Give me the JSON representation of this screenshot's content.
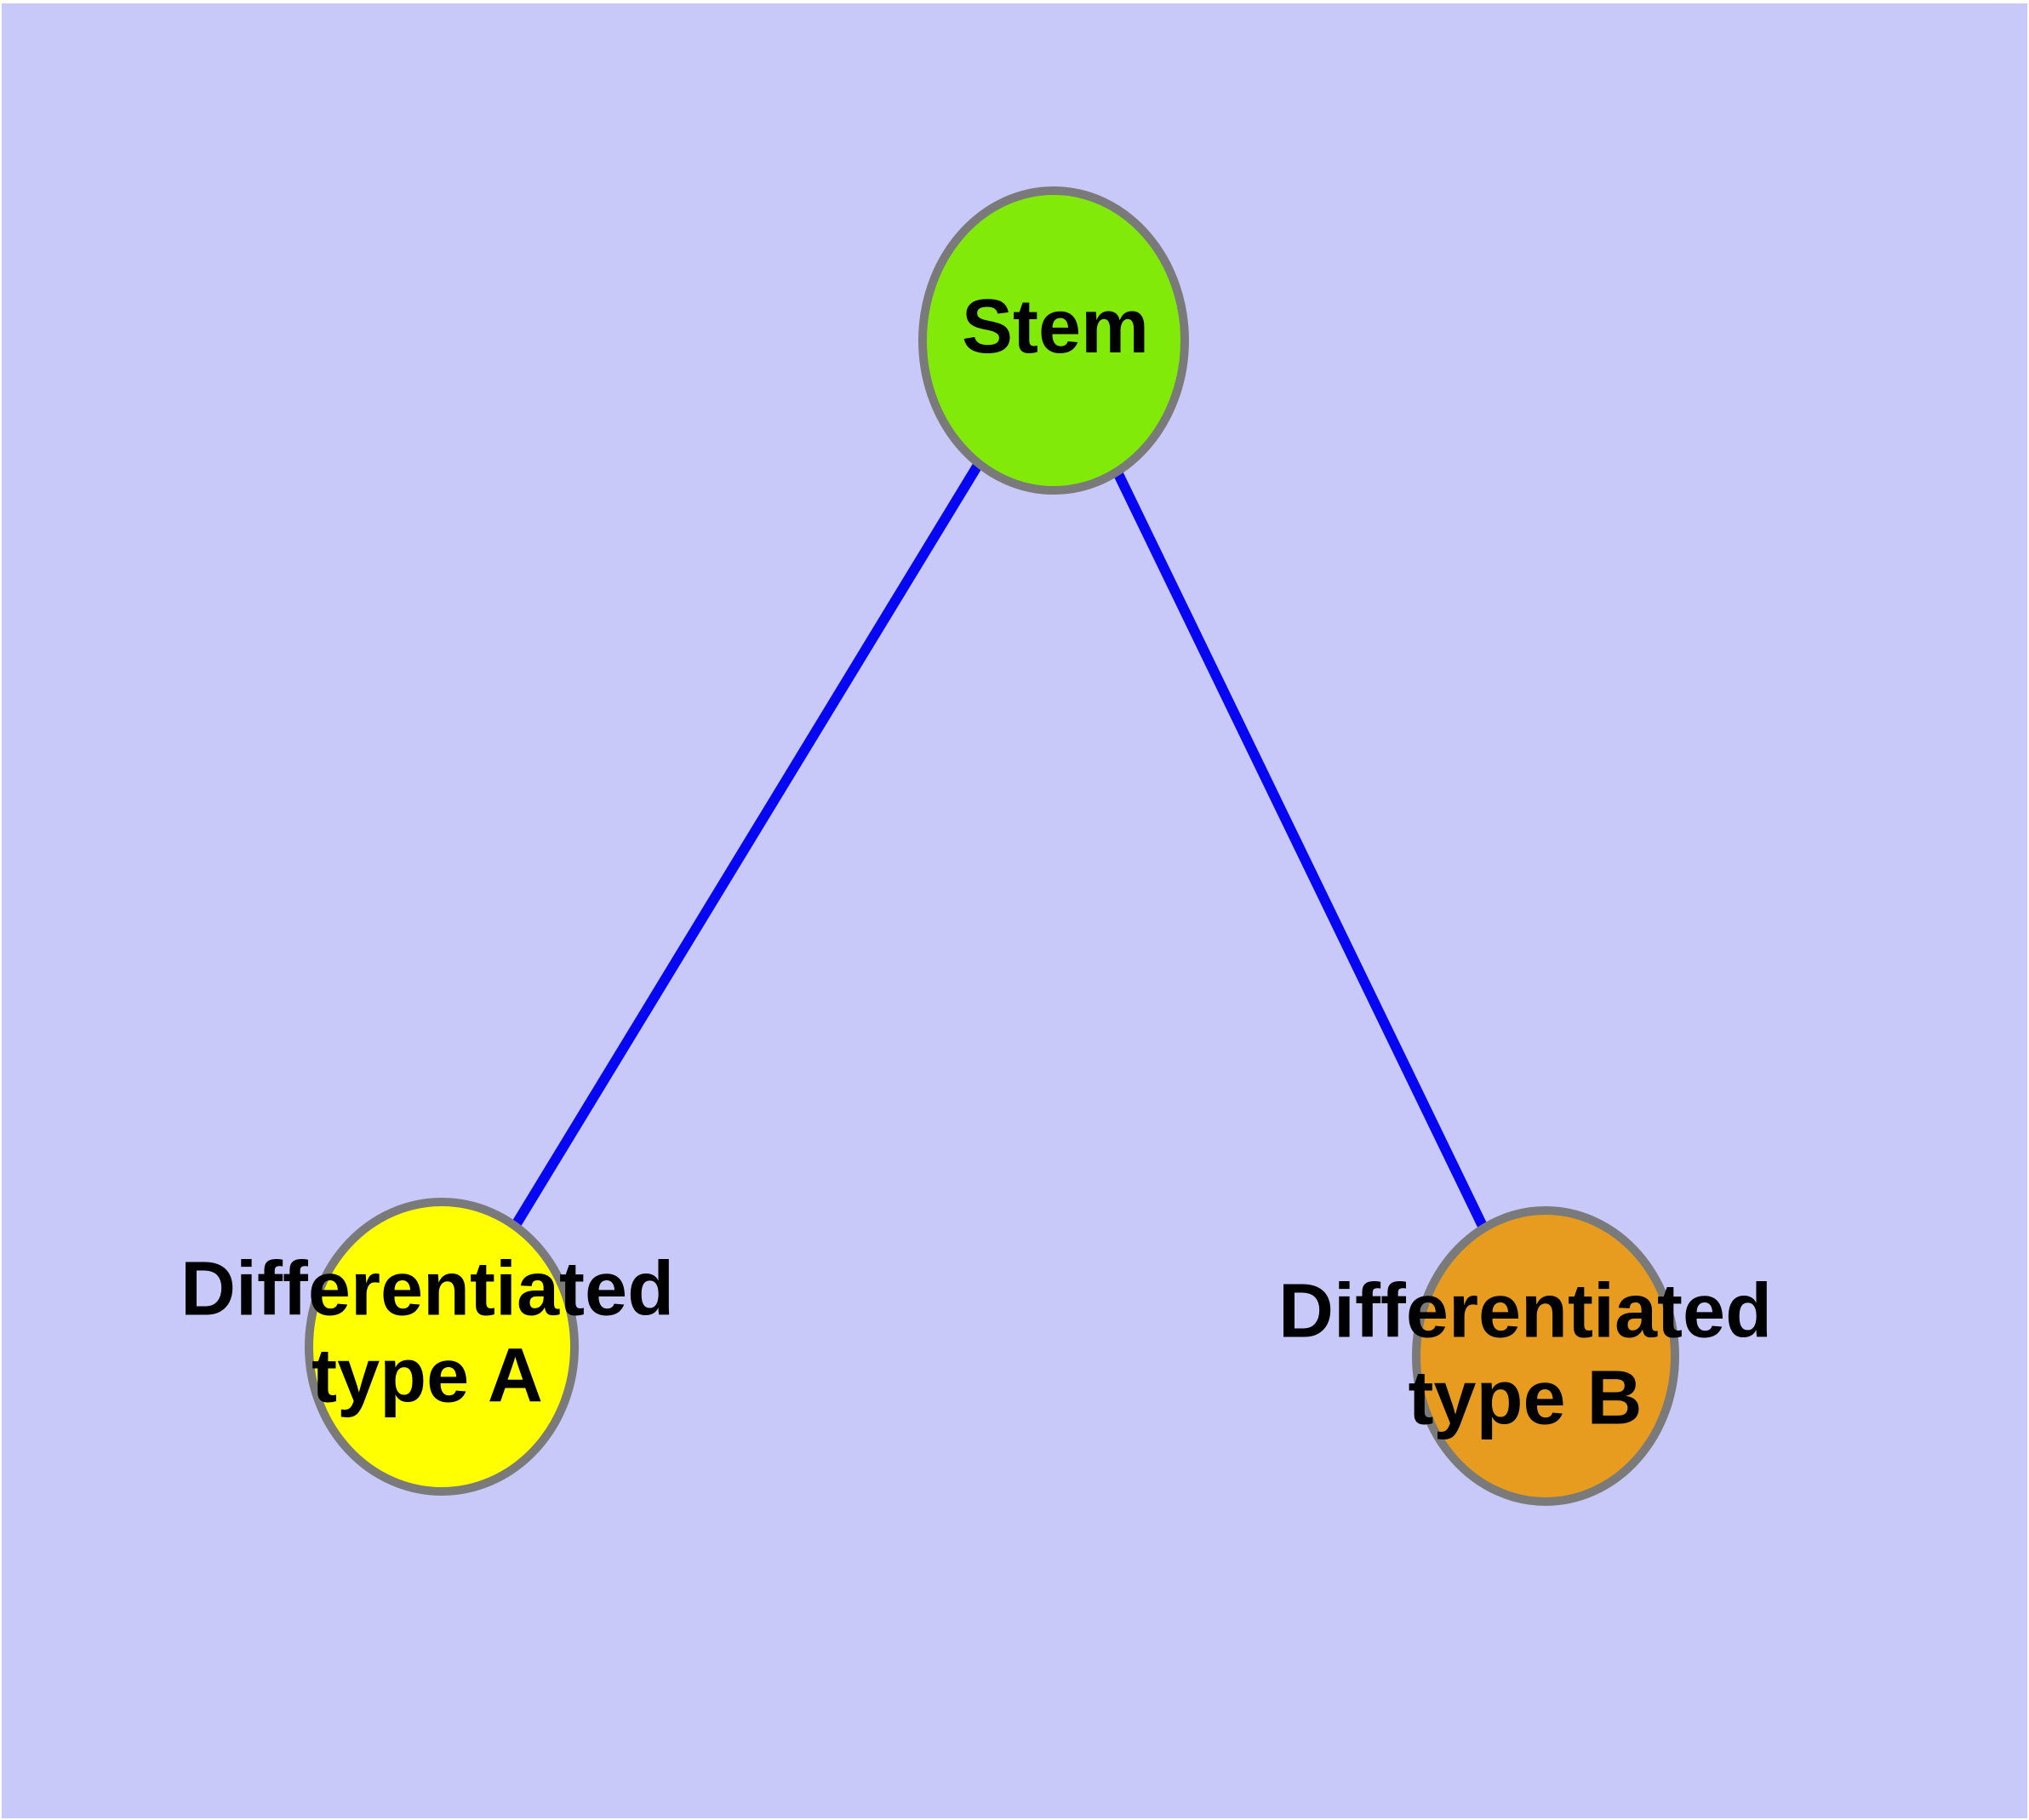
{
  "diagram": {
    "background_color": "#c9c9f9",
    "edge_color": "#0606f2",
    "node_border_color": "#7a7a7a",
    "label_color": "#000000",
    "nodes": [
      {
        "id": "stem",
        "label": "Stem",
        "fill": "#82ea09"
      },
      {
        "id": "type-a",
        "label": "Differentiated\ntype A",
        "fill": "#ffff00"
      },
      {
        "id": "type-b",
        "label": "Differentiated\ntype B",
        "fill": "#e79b1f"
      }
    ],
    "edges": [
      {
        "from": "stem",
        "to": "type-a"
      },
      {
        "from": "stem",
        "to": "type-b"
      }
    ]
  }
}
